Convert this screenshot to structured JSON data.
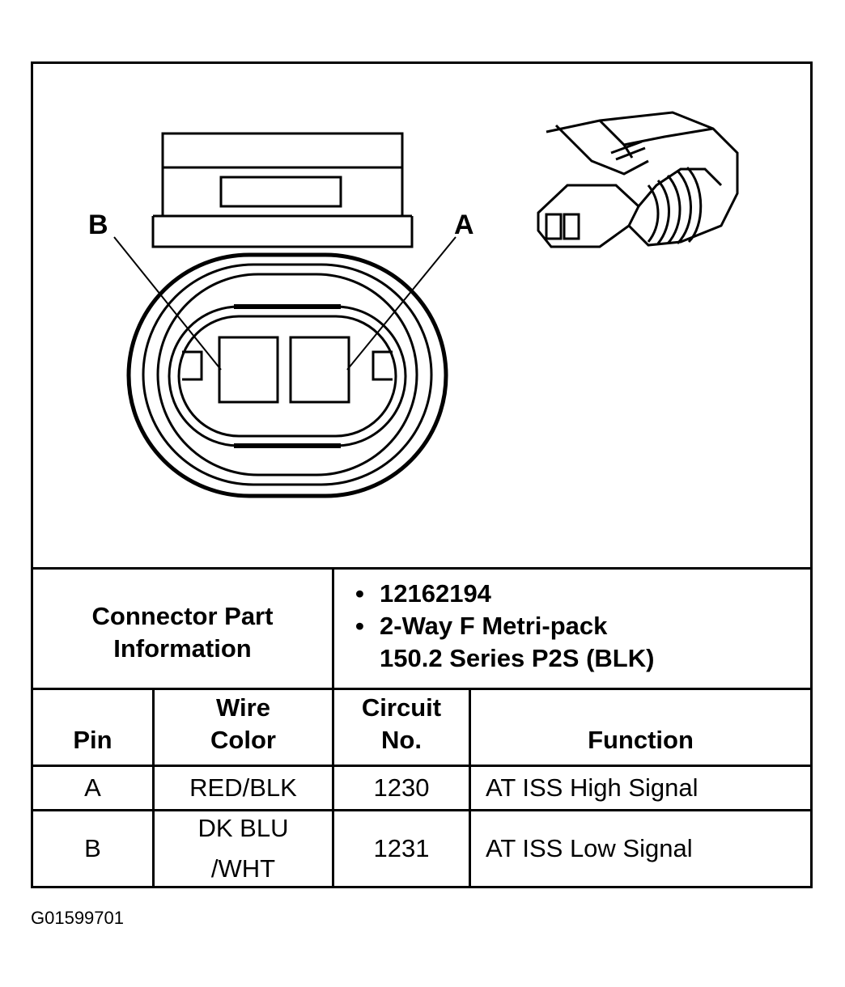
{
  "diagram": {
    "pin_labels": {
      "b": "B",
      "a": "A"
    }
  },
  "connector_info": {
    "label_line1": "Connector Part",
    "label_line2": "Information",
    "bullet": "•",
    "part_number": "12162194",
    "description_line1": "2-Way F Metri-pack",
    "description_line2": "150.2 Series P2S (BLK)"
  },
  "table": {
    "headers": {
      "pin": "Pin",
      "wire_color_line1": "Wire",
      "wire_color_line2": "Color",
      "circuit_line1": "Circuit",
      "circuit_line2": "No.",
      "function": "Function"
    },
    "rows": [
      {
        "pin": "A",
        "wire_color_line1": "RED/BLK",
        "wire_color_line2": "",
        "circuit": "1230",
        "function": "AT ISS High Signal"
      },
      {
        "pin": "B",
        "wire_color_line1": "DK BLU",
        "wire_color_line2": "/WHT",
        "circuit": "1231",
        "function": "AT ISS Low Signal"
      }
    ]
  },
  "figure_code": "G01599701"
}
